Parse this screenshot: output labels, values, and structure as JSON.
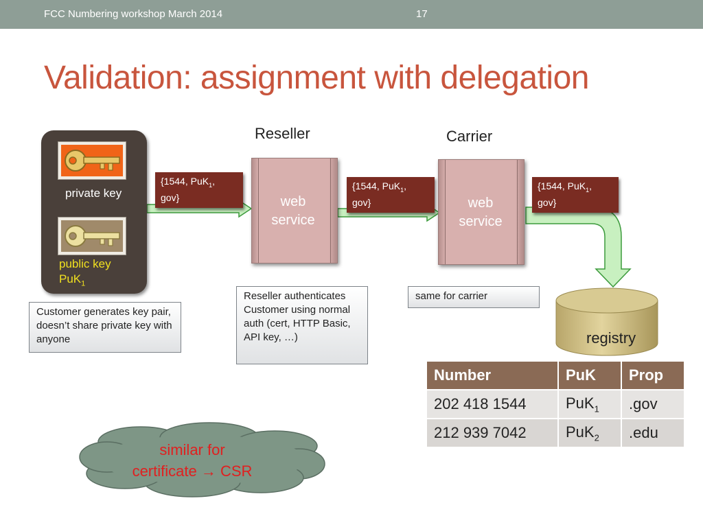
{
  "header": {
    "workshop": "FCC Numbering workshop March 2014",
    "page_number": "17"
  },
  "title": "Validation: assignment with delegation",
  "labels": {
    "reseller": "Reseller",
    "carrier": "Carrier"
  },
  "keys": {
    "private_label": "private key",
    "public_label": "public key",
    "public_sub_base": "PuK",
    "public_sub_index": "1"
  },
  "notes": {
    "customer": "Customer generates key pair, doesn’t share private key with anyone",
    "reseller": "Reseller authenticates Customer using normal auth (cert, HTTP Basic, API key, …)",
    "carrier": "same for carrier"
  },
  "messages": [
    {
      "pre": "{1544, PuK",
      "sub": "1",
      "post": ",",
      "line2": "gov}"
    },
    {
      "pre": "{1544, PuK",
      "sub": "1",
      "post": ",",
      "line2": "gov}"
    },
    {
      "pre": "{1544, PuK",
      "sub": "1",
      "post": ",",
      "line2": "gov}"
    }
  ],
  "services": [
    {
      "line1": "web",
      "line2": "service"
    },
    {
      "line1": "web",
      "line2": "service"
    }
  ],
  "registry": {
    "label": "registry"
  },
  "table": {
    "headers": [
      "Number",
      "PuK",
      "Prop"
    ],
    "rows": [
      {
        "number": "202 418 1544",
        "puk_base": "PuK",
        "puk_index": "1",
        "prop": ".gov"
      },
      {
        "number": "212 939 7042",
        "puk_base": "PuK",
        "puk_index": "2",
        "prop": ".edu"
      }
    ]
  },
  "cloud": {
    "line1": "similar for",
    "line2_pre": "certificate",
    "arrow": "→",
    "line2_post": "CSR"
  },
  "colors": {
    "title": "#c8553d",
    "header_bar": "#8e9e96",
    "message_bg": "#7a2c22",
    "arrow_fill": "#c8f0c0",
    "arrow_stroke": "#3c9a3c",
    "cloud_fill": "#7e9686"
  }
}
